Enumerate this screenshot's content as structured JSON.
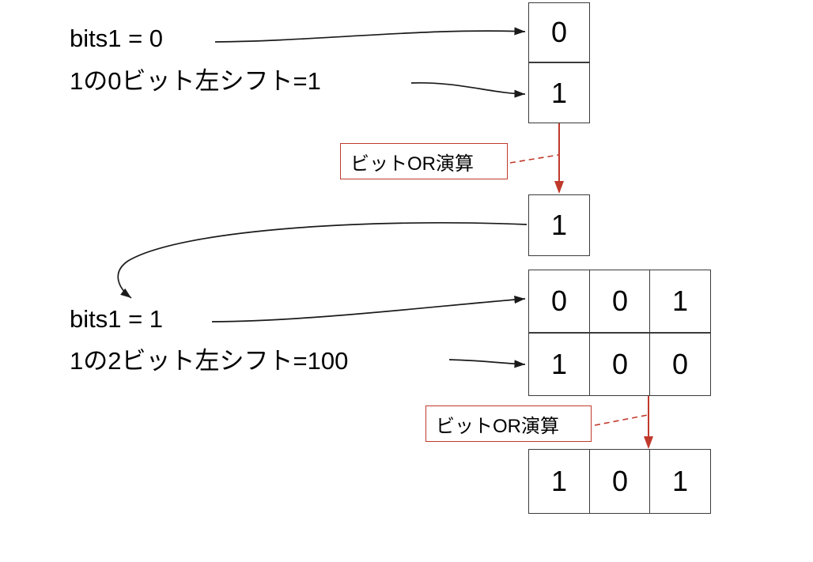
{
  "diagram": {
    "title_rows": [
      {
        "id": "group1",
        "line1": "bits1 = 0",
        "line2": "1の0ビット左シフト=1"
      },
      {
        "id": "group2",
        "line1": "bits1 = 1",
        "line2": "1の2ビット左シフト=100"
      }
    ],
    "notes": [
      {
        "id": "or-note-top",
        "label": "ビットOR演算"
      },
      {
        "id": "or-note-bottom",
        "label": "ビットOR演算"
      }
    ],
    "bit_groups": [
      {
        "id": "top-operands",
        "rows": [
          {
            "id": "top-operand-a",
            "cells": [
              "0"
            ]
          },
          {
            "id": "top-operand-b",
            "cells": [
              "1"
            ]
          }
        ]
      },
      {
        "id": "top-result",
        "rows": [
          {
            "id": "top-result-row",
            "cells": [
              "1"
            ]
          }
        ]
      },
      {
        "id": "bottom-operands",
        "rows": [
          {
            "id": "bottom-operand-a",
            "cells": [
              "0",
              "0",
              "1"
            ]
          },
          {
            "id": "bottom-operand-b",
            "cells": [
              "1",
              "0",
              "0"
            ]
          }
        ]
      },
      {
        "id": "bottom-result",
        "rows": [
          {
            "id": "bottom-result-row",
            "cells": [
              "1",
              "0",
              "1"
            ]
          }
        ]
      }
    ],
    "colors": {
      "note_border": "#c0392b",
      "or_arrow": "#c0392b",
      "cell_border": "#3b3b3b",
      "connector": "#1a1a1a",
      "text": "#000000",
      "background": "#ffffff"
    }
  }
}
